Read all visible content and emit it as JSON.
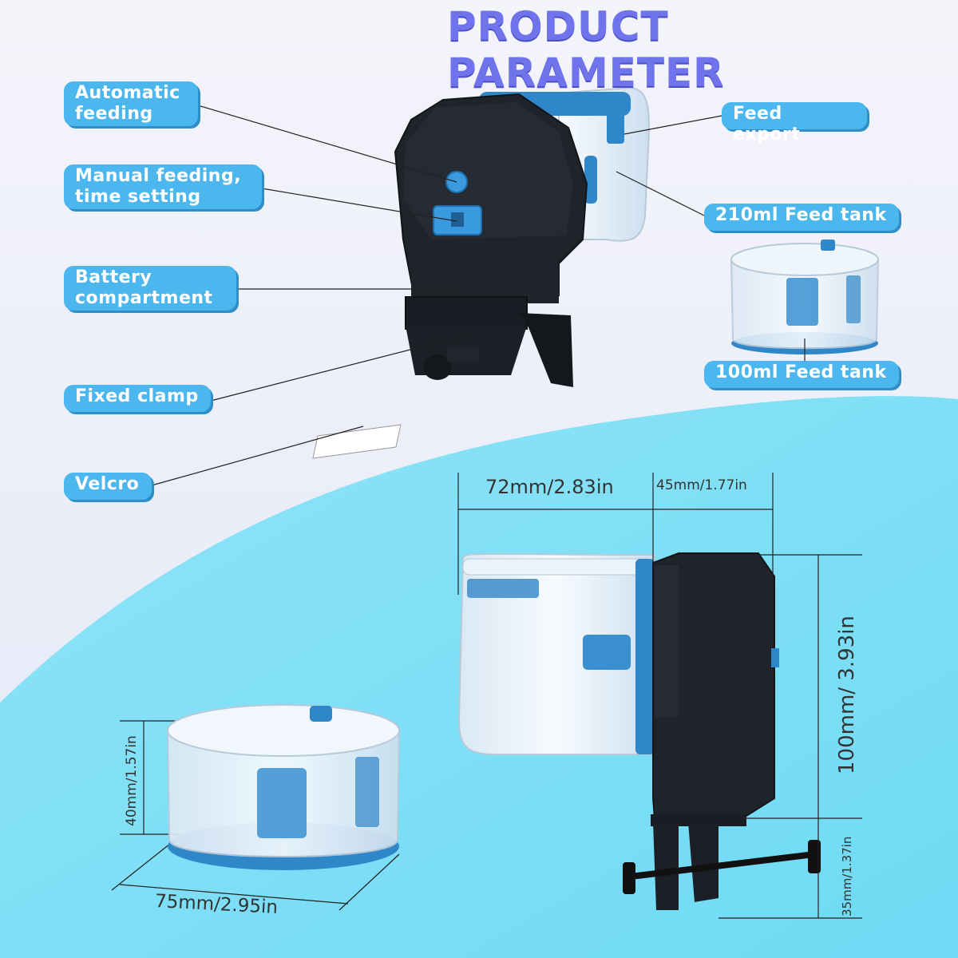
{
  "title": "PRODUCT PARAMETER",
  "callouts": {
    "automatic_feeding": [
      "Automatic",
      "feeding"
    ],
    "manual_feeding": [
      "Manual feeding,",
      "time setting"
    ],
    "battery": [
      "Battery",
      "compartment"
    ],
    "fixed_clamp": "Fixed clamp",
    "velcro": "Velcro",
    "feed_export": "Feed export",
    "tank_210": "210ml Feed tank",
    "tank_100": "100ml Feed tank"
  },
  "dimensions": {
    "width_72": "72mm/2.83in",
    "width_45": "45mm/1.77in",
    "height_100": "100mm/ 3.93in",
    "height_35": "35mm/1.37in",
    "height_40": "40mm/1.57in",
    "width_75": "75mm/2.95in"
  },
  "colors": {
    "accent": "#4cb6ee",
    "title": "#6f74ec",
    "background_bottom": "#7fdff6",
    "device_body": "#1d2127",
    "device_blue": "#2f86c9"
  }
}
